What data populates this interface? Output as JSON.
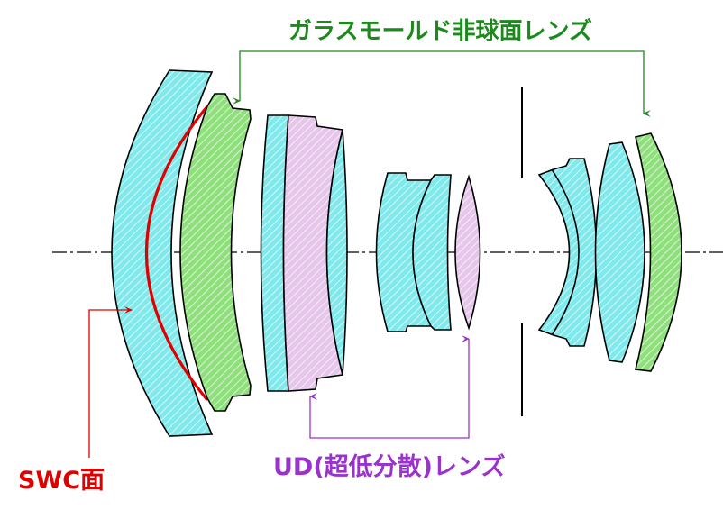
{
  "labels": {
    "aspheric": "ガラスモールド非球面レンズ",
    "ud": "UD(超低分散)レンズ",
    "swc": "SWC面"
  },
  "colors": {
    "aspheric_green": "#1a8a1a",
    "ud_purple": "#9933cc",
    "swc_red": "#e00000",
    "glass_cyan": "#7fe9ec",
    "aspheric_fill": "#8fe07c",
    "ud_fill": "#e6c6ea",
    "outline": "#000000"
  }
}
